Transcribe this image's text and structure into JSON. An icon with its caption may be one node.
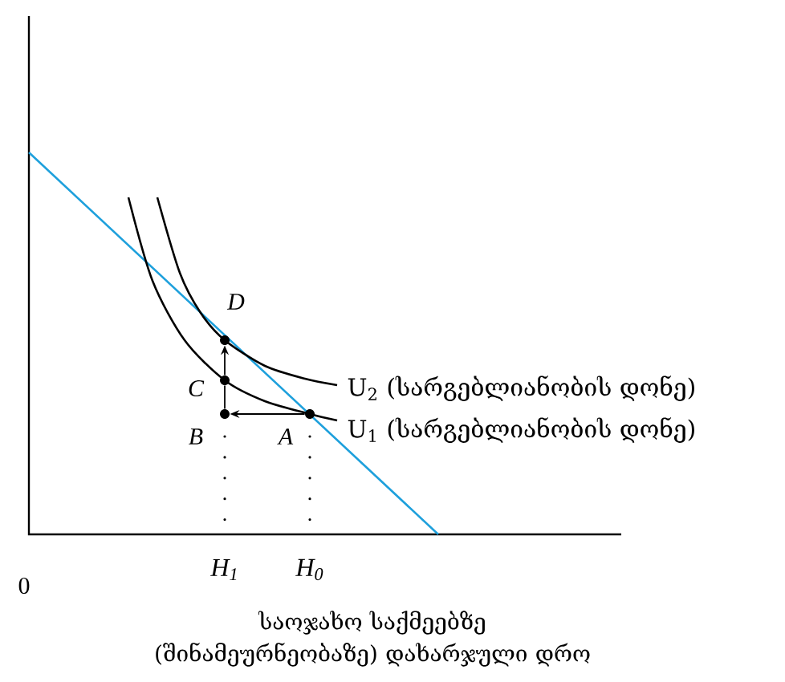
{
  "diagram": {
    "nodes": [
      {
        "text": [],
        "shape": "circle",
        "beside": [
          "D"
        ]
      },
      {
        "text": [],
        "shape": "circle",
        "beside": [
          "C"
        ]
      },
      {
        "text": [],
        "shape": "circle",
        "beside": [
          "B"
        ]
      },
      {
        "text": [],
        "shape": "circle",
        "beside": [
          "A"
        ]
      }
    ],
    "edges": [
      {
        "from": 3,
        "to": 2,
        "arrow": "to"
      },
      {
        "from": 2,
        "to": 1,
        "arrow": "none"
      },
      {
        "from": 1,
        "to": 0,
        "arrow": "to"
      }
    ],
    "labels": [
      "U$_{2}$ (სარგებლიანობის დონე)",
      "U$_{1}$ (სარგებლიანობის დონე)",
      "0",
      "H$_{1}$",
      "H$_{0}$",
      "საოჯახო საქმეებზე (შინამეურნეობაზე) დახარჯული დრო"
    ]
  }
}
